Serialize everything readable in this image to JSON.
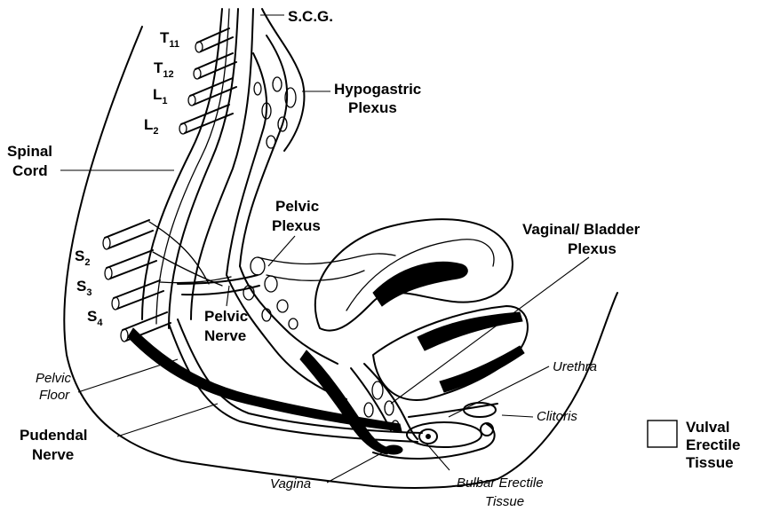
{
  "labels": {
    "scg": "S.C.G.",
    "t11": "T",
    "t11_sub": "11",
    "t12": "T",
    "t12_sub": "12",
    "l1": "L",
    "l1_sub": "1",
    "l2": "L",
    "l2_sub": "2",
    "hypogastric_1": "Hypogastric",
    "hypogastric_2": "Plexus",
    "spinal_1": "Spinal",
    "spinal_2": "Cord",
    "pelvic_plexus_1": "Pelvic",
    "pelvic_plexus_2": "Plexus",
    "vaginal_bladder_1": "Vaginal/ Bladder",
    "vaginal_bladder_2": "Plexus",
    "s2": "S",
    "s2_sub": "2",
    "s3": "S",
    "s3_sub": "3",
    "s4": "S",
    "s4_sub": "4",
    "pelvic_nerve_1": "Pelvic",
    "pelvic_nerve_2": "Nerve",
    "pelvic_floor_1": "Pelvic",
    "pelvic_floor_2": "Floor",
    "pudendal_1": "Pudendal",
    "pudendal_2": "Nerve",
    "urethra": "Urethra",
    "clitoris": "Clitoris",
    "vagina": "Vagina",
    "bulbar_1": "Bulbar Erectile",
    "bulbar_2": "Tissue"
  },
  "legend": {
    "label_1": "Vulval",
    "label_2": "Erectile",
    "label_3": "Tissue"
  }
}
